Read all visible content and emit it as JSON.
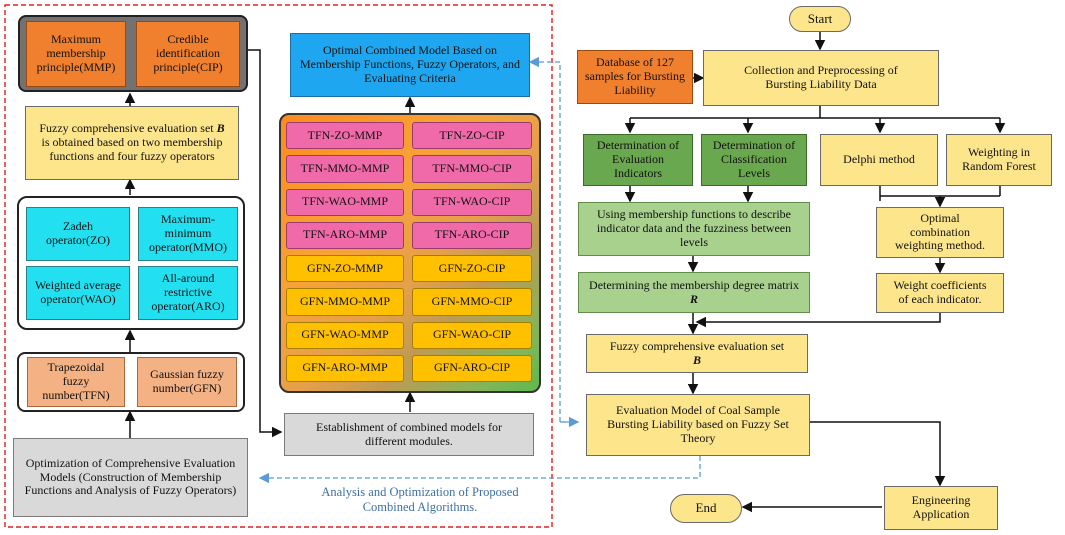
{
  "left": {
    "mmp": "Maximum membership principle(MMP)",
    "cip": "Credible identification principle(CIP)",
    "fuzzy_set_line1": "Fuzzy comprehensive evaluation set",
    "fuzzy_set_b": "B",
    "fuzzy_set_rest": " is obtained based on two membership functions and four fuzzy operators",
    "zo": "Zadeh operator(ZO)",
    "mmo": "Maximum-minimum operator(MMO)",
    "wao": "Weighted average operator(WAO)",
    "aro": "All-around restrictive operator(ARO)",
    "tfn": "Trapezoidal fuzzy number(TFN)",
    "gfn": "Gaussian fuzzy number(GFN)",
    "optimization": "Optimization of Comprehensive Evaluation Models (Construction of Membership Functions and Analysis of Fuzzy Operators)"
  },
  "middle": {
    "optimal_model": "Optimal Combined Model Based on Membership Functions, Fuzzy Operators, and Evaluating Criteria",
    "models": [
      [
        "TFN-ZO-MMP",
        "TFN-ZO-CIP"
      ],
      [
        "TFN-MMO-MMP",
        "TFN-MMO-CIP"
      ],
      [
        "TFN-WAO-MMP",
        "TFN-WAO-CIP"
      ],
      [
        "TFN-ARO-MMP",
        "TFN-ARO-CIP"
      ],
      [
        "GFN-ZO-MMP",
        "GFN-ZO-CIP"
      ],
      [
        "GFN-MMO-MMP",
        "GFN-MMO-CIP"
      ],
      [
        "GFN-WAO-MMP",
        "GFN-WAO-CIP"
      ],
      [
        "GFN-ARO-MMP",
        "GFN-ARO-CIP"
      ]
    ],
    "establishment": "Establishment of combined models for different modules.",
    "caption": "Analysis and Optimization of Proposed Combined Algorithms."
  },
  "right": {
    "start": "Start",
    "database": "Database of 127 samples for Bursting Liability",
    "collection": "Collection and Preprocessing of Bursting Liability Data",
    "eval_indicators": "Determination of Evaluation Indicators",
    "class_levels": "Determination of Classification Levels",
    "delphi": "Delphi method",
    "random_forest": "Weighting in Random Forest",
    "membership_desc": "Using membership functions to describe indicator data and the fuzziness between levels",
    "optimal_weighting": "Optimal combination weighting method.",
    "membership_matrix_pre": "Determining the membership degree matrix ",
    "membership_matrix_r": "R",
    "weight_coeff": "Weight coefficients of each indicator.",
    "fuzzy_eval_set": "Fuzzy comprehensive evaluation set",
    "fuzzy_eval_b": "B",
    "evaluation_model": "Evaluation Model of Coal Sample Bursting Liability based on Fuzzy Set Theory",
    "engineering": "Engineering Application",
    "end": "End"
  }
}
